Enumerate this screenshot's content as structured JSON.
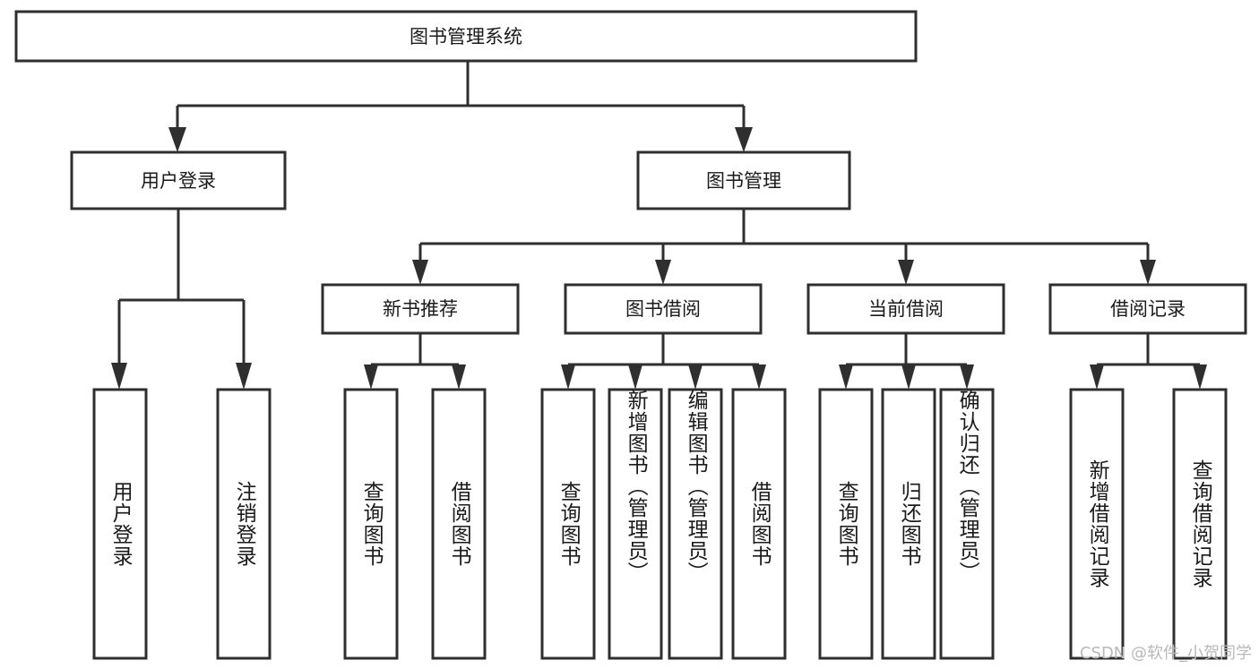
{
  "diagram": {
    "title": "图书管理系统",
    "type": "tree",
    "watermark": "CSDN @软件_小贺同学",
    "colors": {
      "stroke": "#2f2f2f",
      "box_fill": "#ffffff",
      "text": "#1a1a1a",
      "background": "#ffffff",
      "watermark": "#b9b9b9"
    },
    "root": {
      "label": "图书管理系统"
    },
    "level2": [
      {
        "label": "用户登录"
      },
      {
        "label": "图书管理"
      }
    ],
    "level3": [
      {
        "label": "新书推荐"
      },
      {
        "label": "图书借阅"
      },
      {
        "label": "当前借阅"
      },
      {
        "label": "借阅记录"
      }
    ],
    "leaves": {
      "user_login": [
        {
          "label": "用户登录"
        },
        {
          "label": "注销登录"
        }
      ],
      "new_book_recommend": [
        {
          "label": "查询图书"
        },
        {
          "label": "借阅图书"
        }
      ],
      "book_borrow": [
        {
          "label": "查询图书"
        },
        {
          "label": "新增图书（管理员）"
        },
        {
          "label": "编辑图书（管理员）"
        },
        {
          "label": "借阅图书"
        }
      ],
      "current_borrow": [
        {
          "label": "查询图书"
        },
        {
          "label": "归还图书"
        },
        {
          "label": "确认归还（管理员）"
        }
      ],
      "borrow_record": [
        {
          "label": "新增借阅记录"
        },
        {
          "label": "查询借阅记录"
        }
      ]
    }
  }
}
